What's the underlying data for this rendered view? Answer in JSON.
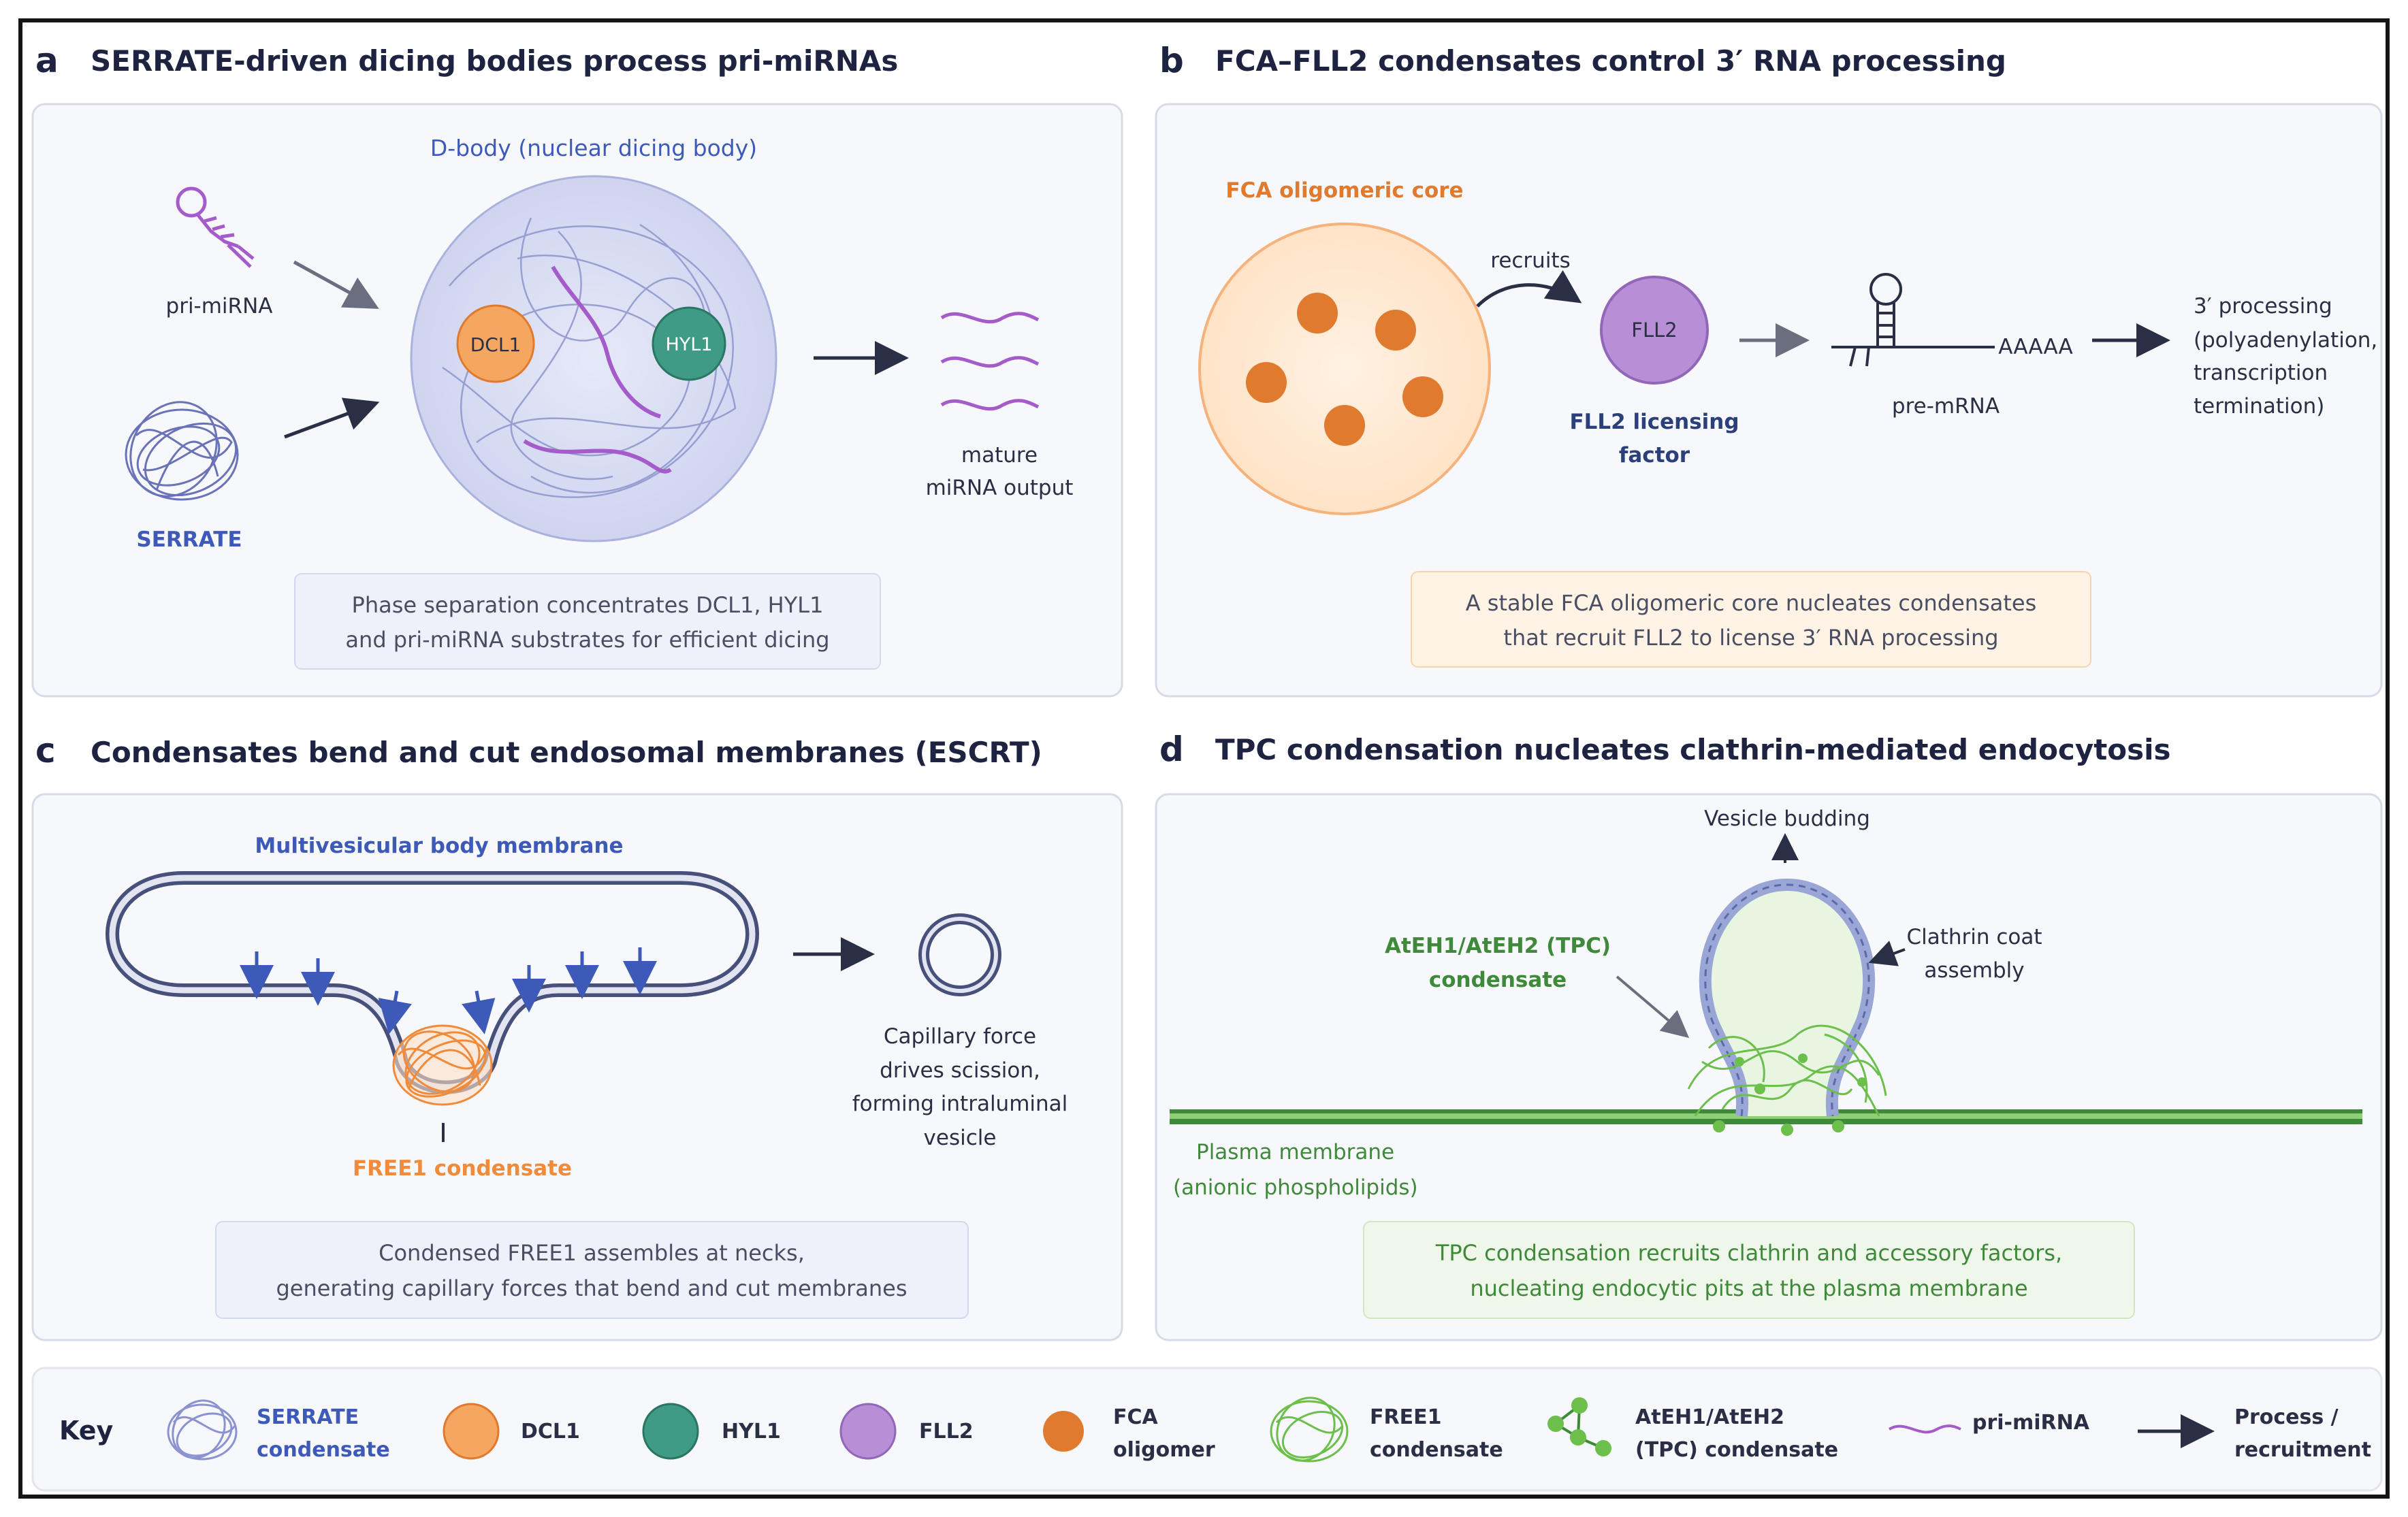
{
  "panel_a": {
    "letter": "a",
    "title": "SERRATE-driven dicing bodies process pri-miRNAs",
    "dbody_label": "D-body (nuclear dicing body)",
    "pri_mirna": "pri-miRNA",
    "serrate": "SERRATE",
    "dcl1": "DCL1",
    "hyl1": "HYL1",
    "output_line1": "mature",
    "output_line2": "miRNA output",
    "caption_line1": "Phase separation concentrates DCL1, HYL1",
    "caption_line2": "and pri-miRNA substrates for efficient dicing"
  },
  "panel_b": {
    "letter": "b",
    "title": "FCA–FLL2 condensates control 3′ RNA processing",
    "core_label": "FCA oligomeric core",
    "recruits": "recruits",
    "fll2": "FLL2",
    "fll2_line1": "FLL2 licensing",
    "fll2_line2": "factor",
    "polya": "AAAAA",
    "pre_mrna": "pre-mRNA",
    "proc_line1": "3′ processing",
    "proc_line2": "(polyadenylation,",
    "proc_line3": "transcription",
    "proc_line4": "termination)",
    "caption_line1": "A stable FCA oligomeric core nucleates condensates",
    "caption_line2": "that recruit FLL2 to license 3′ RNA processing"
  },
  "panel_c": {
    "letter": "c",
    "title": "Condensates bend and cut endosomal membranes (ESCRT)",
    "membrane_label": "Multivesicular body membrane",
    "free1_label": "FREE1 condensate",
    "cap_line1": "Capillary force",
    "cap_line2": "drives scission,",
    "cap_line3": "forming intraluminal",
    "cap_line4": "vesicle",
    "caption_line1": "Condensed FREE1 assembles at necks,",
    "caption_line2": "generating capillary forces that bend and cut membranes"
  },
  "panel_d": {
    "letter": "d",
    "title": "TPC condensation nucleates clathrin-mediated endocytosis",
    "budding": "Vesicle budding",
    "tpc_line1": "AtEH1/AtEH2 (TPC)",
    "tpc_line2": "condensate",
    "clathrin_line1": "Clathrin coat",
    "clathrin_line2": "assembly",
    "pm_line1": "Plasma membrane",
    "pm_line2": "(anionic phospholipids)",
    "caption_line1": "TPC condensation recruits clathrin and accessory factors,",
    "caption_line2": "nucleating endocytic pits at the plasma membrane"
  },
  "key": {
    "title": "Key",
    "serrate_line1": "SERRATE",
    "serrate_line2": "condensate",
    "dcl1": "DCL1",
    "hyl1": "HYL1",
    "fll2": "FLL2",
    "fca_line1": "FCA",
    "fca_line2": "oligomer",
    "free1_line1": "FREE1",
    "free1_line2": "condensate",
    "tpc_line1": "AtEH1/AtEH2",
    "tpc_line2": "(TPC) condensate",
    "primirna": "pri-miRNA",
    "process_line1": "Process /",
    "process_line2": "recruitment"
  },
  "colors": {
    "dcl1": "#f5a761",
    "hyl1": "#3f9b86",
    "fll2": "#b88fd6",
    "fca": "#e07a2e",
    "serrate": "#8a92d0",
    "free1": "#f08b3b",
    "tpc": "#6bbf4a",
    "membrane_blue": "#46507a",
    "accent_blue": "#3d5ab8"
  }
}
